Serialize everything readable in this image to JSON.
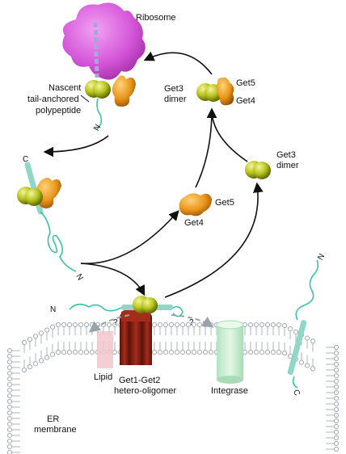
{
  "labels": {
    "ribosome": "Ribosome",
    "nascent_1": "Nascent",
    "nascent_2": "tail-anchored",
    "nascent_3": "polypeptide",
    "get3_dimer_top_1": "Get3",
    "get3_dimer_top_2": "dimer",
    "get5_top": "Get5",
    "get4_top": "Get4",
    "get5_mid": "Get5",
    "get4_mid": "Get4",
    "get3_dimer_right_1": "Get3",
    "get3_dimer_right_2": "dimer",
    "lipid": "Lipid",
    "get1_get2_1": "Get1-Get2",
    "get1_get2_2": "hetero-oligomer",
    "integrase": "Integrase",
    "er_1": "ER",
    "er_2": "membrane",
    "terminus_n": "N",
    "terminus_c": "C",
    "question": "?"
  },
  "colors": {
    "ribosome": "#d455d8",
    "get3": "#b8c51e",
    "get4_get5": "#e9951a",
    "polypeptide": "#3cc2a8",
    "tail_anchor": "#8fd7c6",
    "get1_get2": "#8e2214",
    "integrase": "#c7ecd0",
    "lipid_highlight": "#f2c6cb",
    "membrane": "#9aa3ab"
  }
}
